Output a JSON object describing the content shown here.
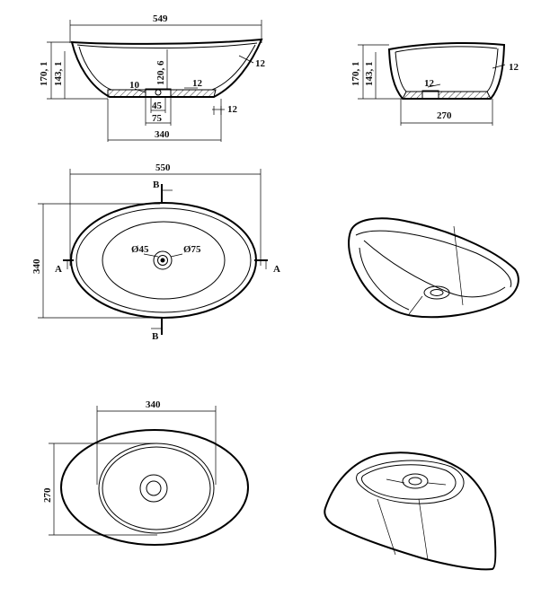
{
  "side_view_a": {
    "width_label": "549",
    "height_outer_label": "170, 1",
    "height_inner_label": "143, 1",
    "bowl_depth_label": "120, 6",
    "wall_label": "12",
    "drain_offset_label": "10",
    "base_thickness_label": "12",
    "drain_45_label": "45",
    "drain_75_label": "75",
    "base_side_label": "12",
    "base_width_label": "340"
  },
  "side_view_b": {
    "height_outer_label": "170, 1",
    "height_inner_label": "143, 1",
    "wall_label": "12",
    "base_thickness_label": "12",
    "base_width_label": "270"
  },
  "top_view": {
    "width_label": "550",
    "height_label": "340",
    "drain_inner_label": "Ø45",
    "drain_outer_label": "Ø75",
    "section_a_left": "A",
    "section_a_right": "A",
    "section_b_top": "B",
    "section_b_bottom": "B"
  },
  "bottom_view": {
    "width_label": "340",
    "height_label": "270"
  }
}
